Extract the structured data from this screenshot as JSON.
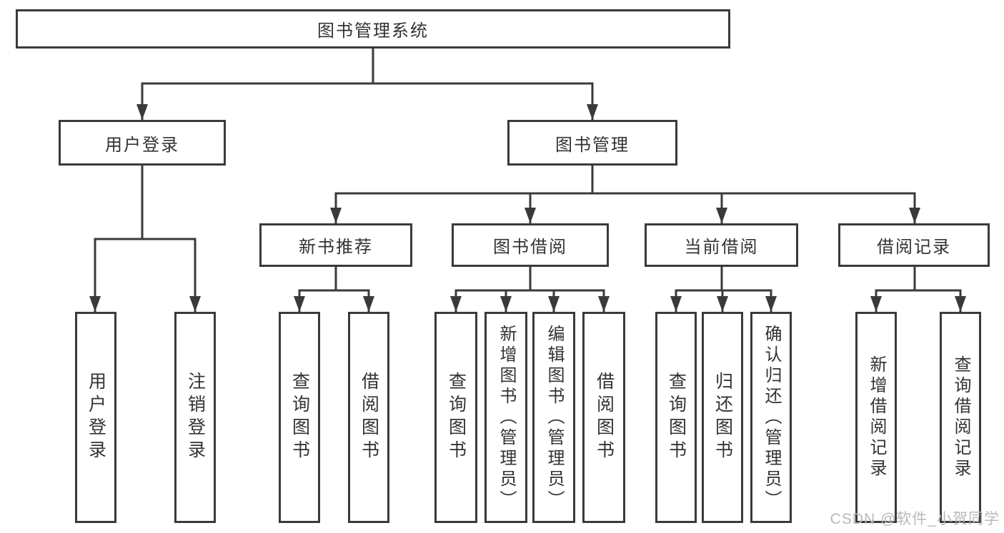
{
  "tree": {
    "root": "图书管理系统",
    "branches": [
      {
        "label": "用户登录",
        "children": [
          "用户登录",
          "注销登录"
        ]
      },
      {
        "label": "图书管理",
        "groups": [
          {
            "label": "新书推荐",
            "children": [
              "查询图书",
              "借阅图书"
            ]
          },
          {
            "label": "图书借阅",
            "children": [
              "查询图书",
              "新增图书（管理员）",
              "编辑图书（管理员）",
              "借阅图书"
            ]
          },
          {
            "label": "当前借阅",
            "children": [
              "查询图书",
              "归还图书",
              "确认归还（管理员）"
            ]
          },
          {
            "label": "借阅记录",
            "children": [
              "新增借阅记录",
              "查询借阅记录"
            ]
          }
        ]
      }
    ]
  },
  "watermark": {
    "text": "CSDN @软件_小贺同学"
  },
  "colors": {
    "line": "#3a3a3a",
    "box_border": "#3a3a3a",
    "text": "#333333",
    "watermark": "#b9b9b9",
    "background": "#ffffff"
  }
}
